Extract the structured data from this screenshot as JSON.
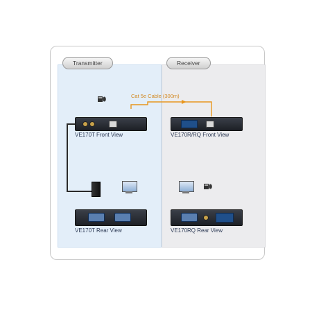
{
  "panels": {
    "transmitter": {
      "tab": "Transmitter",
      "front_caption": "VE170T Front View",
      "rear_caption": "VE170T Rear View"
    },
    "receiver": {
      "tab": "Receiver",
      "front_caption": "VE170R/RQ Front View",
      "rear_caption": "VE170RQ Rear View"
    }
  },
  "cable": {
    "label": "Cat 5e Cable (300m)",
    "color": "#e8961e"
  },
  "colors": {
    "tx_panel": "#e3eef9",
    "rx_panel": "#ececee",
    "device_body": "#22262d"
  },
  "icons": [
    "keyboard-mouse-icon",
    "monitor-icon",
    "pc-tower-icon",
    "vga-port-icon",
    "rj45-port-icon"
  ]
}
